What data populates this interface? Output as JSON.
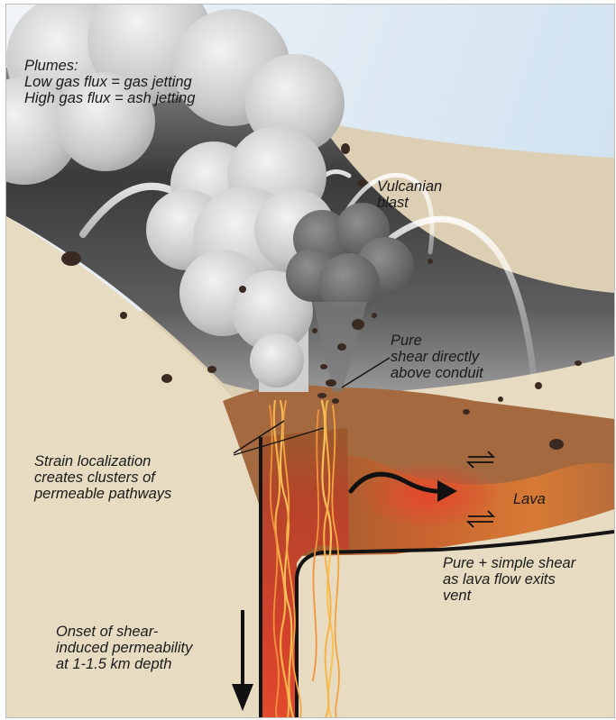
{
  "labels": {
    "plumes": [
      "Plumes:",
      "Low gas flux = gas jetting",
      "High gas flux = ash jetting"
    ],
    "vulcanian": [
      "Vulcanian",
      "blast"
    ],
    "pure_shear": [
      "Pure",
      "shear directly",
      "above conduit"
    ],
    "strain": [
      "Strain localization",
      "creates clusters of",
      "permeable pathways"
    ],
    "lava": "Lava",
    "pure_simple": [
      "Pure + simple shear",
      "as lava flow exits",
      "vent"
    ],
    "onset": [
      "Onset of shear-",
      "induced permeability",
      "at 1-1.5 km depth"
    ]
  }
}
